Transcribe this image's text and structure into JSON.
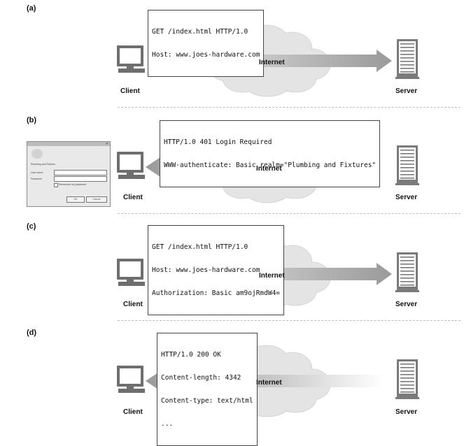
{
  "panels": [
    {
      "label": "(a)",
      "direction": "right",
      "message": [
        "GET /index.html HTTP/1.0",
        "Host: www.joes-hardware.com"
      ],
      "network": "Internet",
      "client": "Client",
      "server": "Server"
    },
    {
      "label": "(b)",
      "direction": "left",
      "message": [
        "HTTP/1.0 401 Login Required",
        "WWW-authenticate: Basic realm=\"Plumbing and Fixtures\""
      ],
      "network": "Internet",
      "client": "Client",
      "server": "Server"
    },
    {
      "label": "(c)",
      "direction": "right",
      "message": [
        "GET /index.html HTTP/1.0",
        "Host: www.joes-hardware.com",
        "Authorization: Basic am9ojRmdW4="
      ],
      "network": "Internet",
      "client": "Client",
      "server": "Server"
    },
    {
      "label": "(d)",
      "direction": "left",
      "message": [
        "HTTP/1.0 200 OK",
        "Content-length: 4342",
        "Content-type: text/html",
        "..."
      ],
      "network": "Internet",
      "client": "Client",
      "server": "Server"
    }
  ],
  "login_dialog": {
    "title": "Plumbing and Fixtures",
    "user_name_label": "User name:",
    "password_label": "Password:",
    "remember_label": "Remember my password",
    "ok_label": "OK",
    "cancel_label": "Cancel"
  }
}
